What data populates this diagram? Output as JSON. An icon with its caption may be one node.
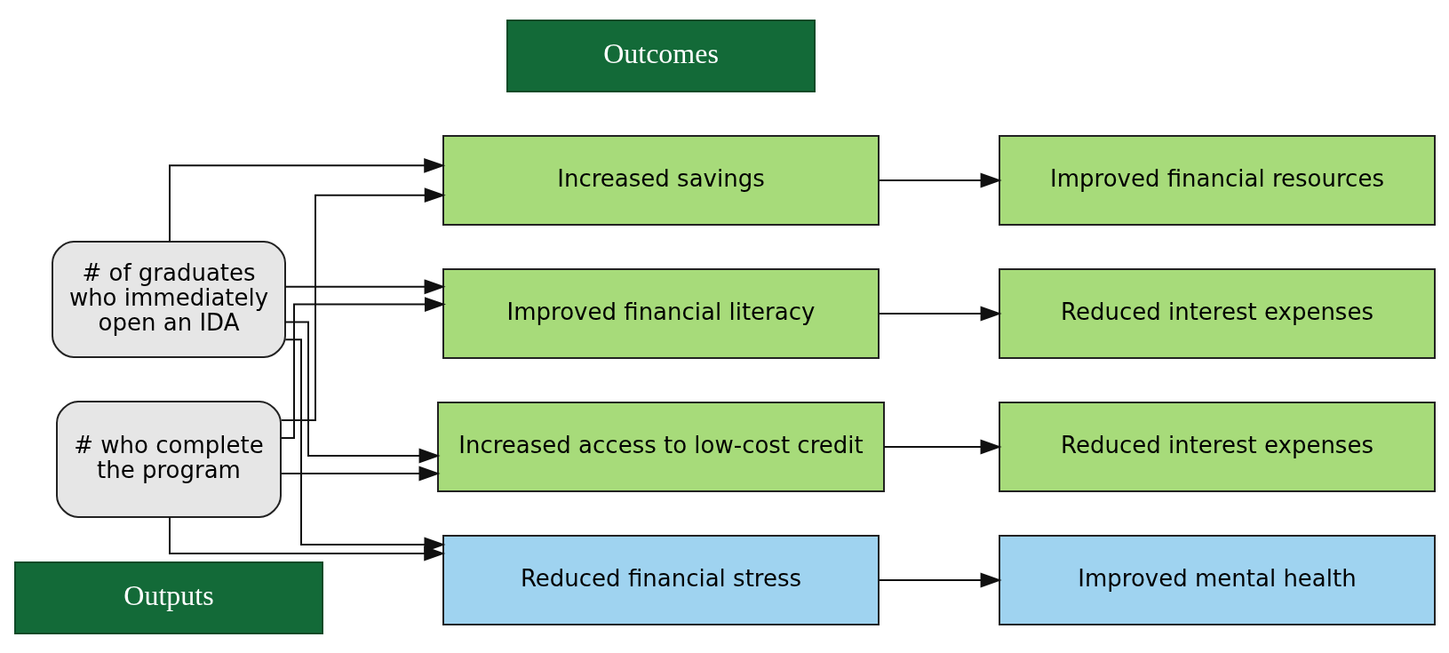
{
  "diagram": {
    "nodes": [
      {
        "text": [
          "Outputs"
        ]
      },
      {
        "text": [
          "Outcomes"
        ]
      },
      {
        "text": [
          "# of graduates who immediately open an IDA"
        ]
      },
      {
        "text": [
          "# who complete the program"
        ]
      },
      {
        "text": [
          "Increased savings"
        ]
      },
      {
        "text": [
          "Improved financial resources"
        ]
      },
      {
        "text": [
          "Improved financial literacy"
        ]
      },
      {
        "text": [
          "Reduced interest expenses"
        ]
      },
      {
        "text": [
          "Increased access to low-cost credit"
        ]
      },
      {
        "text": [
          "Reduced interest expenses"
        ]
      },
      {
        "text": [
          "Reduced financial stress"
        ]
      },
      {
        "text": [
          "Improved mental health"
        ]
      }
    ],
    "edges": [
      {
        "from": 2,
        "to": 4,
        "arrow": "to"
      },
      {
        "from": 2,
        "to": 6,
        "arrow": "to"
      },
      {
        "from": 2,
        "to": 8,
        "arrow": "to"
      },
      {
        "from": 2,
        "to": 10,
        "arrow": "to"
      },
      {
        "from": 3,
        "to": 4,
        "arrow": "to"
      },
      {
        "from": 3,
        "to": 6,
        "arrow": "to"
      },
      {
        "from": 3,
        "to": 8,
        "arrow": "to"
      },
      {
        "from": 3,
        "to": 10,
        "arrow": "to"
      },
      {
        "from": 4,
        "to": 5,
        "arrow": "to"
      },
      {
        "from": 6,
        "to": 7,
        "arrow": "to"
      },
      {
        "from": 8,
        "to": 9,
        "arrow": "to"
      },
      {
        "from": 10,
        "to": 11,
        "arrow": "to"
      }
    ]
  }
}
